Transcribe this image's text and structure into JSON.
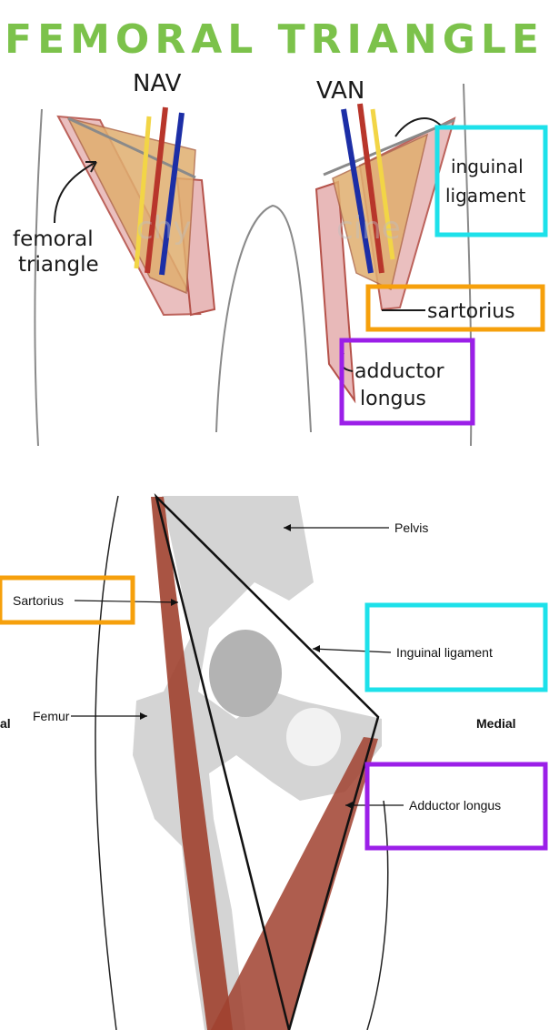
{
  "top": {
    "title": "FEMORAL TRIANGLE",
    "nav": "NAV",
    "van": "VAN",
    "femoral_triangle_line1": "femoral",
    "femoral_triangle_line2": "triangle",
    "inguinal_line1": "inguinal",
    "inguinal_line2": "ligament",
    "sartorius": "sartorius",
    "adductor_line1": "adductor",
    "adductor_line2": "longus",
    "watermark_left": "chy",
    "watermark_right": "cine"
  },
  "bottom": {
    "pelvis": "Pelvis",
    "sartorius": "Sartorius",
    "inguinal_ligament": "Inguinal ligament",
    "femur": "Femur",
    "lateral_fragment": "al",
    "medial": "Medial",
    "adductor_longus": "Adductor longus"
  },
  "colors": {
    "title_green": "#7cc24b",
    "highlight_cyan": "#1de1ea",
    "highlight_orange": "#f6a00c",
    "highlight_purple": "#9b1fe8",
    "muscle_red": "#a0412f",
    "bone_grey": "#d4d4d4",
    "artery_red": "#b8362b",
    "vein_blue": "#1c2ea6",
    "nerve_yellow": "#f2d546",
    "triangle_tan": "#e0ae6f"
  }
}
